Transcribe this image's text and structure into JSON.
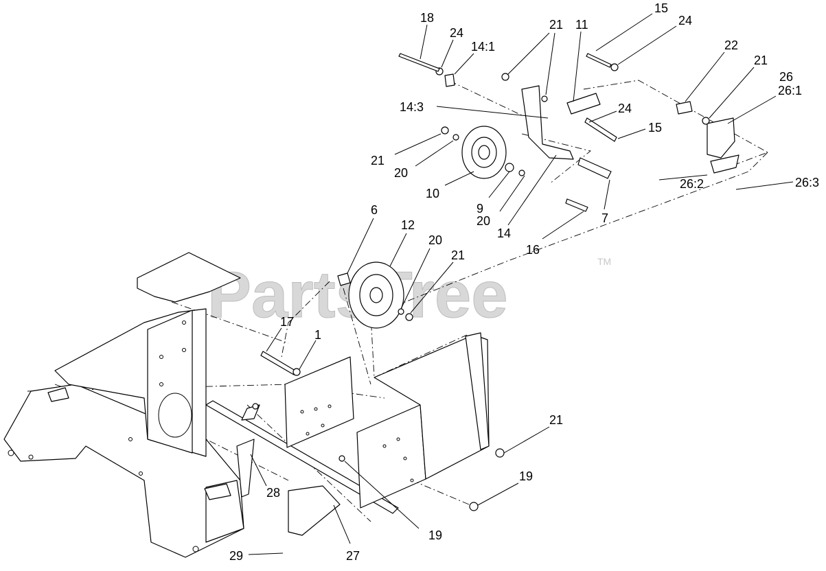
{
  "watermark": {
    "text": "PartsTree",
    "mark": "TM"
  },
  "callouts": [
    {
      "id": "c18",
      "text": "18"
    },
    {
      "id": "c24a",
      "text": "24"
    },
    {
      "id": "c14-1",
      "text": "14:1"
    },
    {
      "id": "c21a",
      "text": "21"
    },
    {
      "id": "c11",
      "text": "11"
    },
    {
      "id": "c15a",
      "text": "15"
    },
    {
      "id": "c24b",
      "text": "24"
    },
    {
      "id": "c22",
      "text": "22"
    },
    {
      "id": "c21b",
      "text": "21"
    },
    {
      "id": "c26",
      "text": "26"
    },
    {
      "id": "c26-1",
      "text": "26:1"
    },
    {
      "id": "c14-3",
      "text": "14:3"
    },
    {
      "id": "c24c",
      "text": "24"
    },
    {
      "id": "c15b",
      "text": "15"
    },
    {
      "id": "c21c",
      "text": "21"
    },
    {
      "id": "c20a",
      "text": "20"
    },
    {
      "id": "c26-2",
      "text": "26:2"
    },
    {
      "id": "c26-3",
      "text": "26:3"
    },
    {
      "id": "c10",
      "text": "10"
    },
    {
      "id": "c9",
      "text": "9"
    },
    {
      "id": "c20b",
      "text": "20"
    },
    {
      "id": "c14",
      "text": "14"
    },
    {
      "id": "c7",
      "text": "7"
    },
    {
      "id": "c16",
      "text": "16"
    },
    {
      "id": "c6",
      "text": "6"
    },
    {
      "id": "c12",
      "text": "12"
    },
    {
      "id": "c20c",
      "text": "20"
    },
    {
      "id": "c21d",
      "text": "21"
    },
    {
      "id": "c17",
      "text": "17"
    },
    {
      "id": "c1",
      "text": "1"
    },
    {
      "id": "c21e",
      "text": "21"
    },
    {
      "id": "c19a",
      "text": "19"
    },
    {
      "id": "c28",
      "text": "28"
    },
    {
      "id": "c19b",
      "text": "19"
    },
    {
      "id": "c27",
      "text": "27"
    },
    {
      "id": "c29",
      "text": "29"
    }
  ]
}
